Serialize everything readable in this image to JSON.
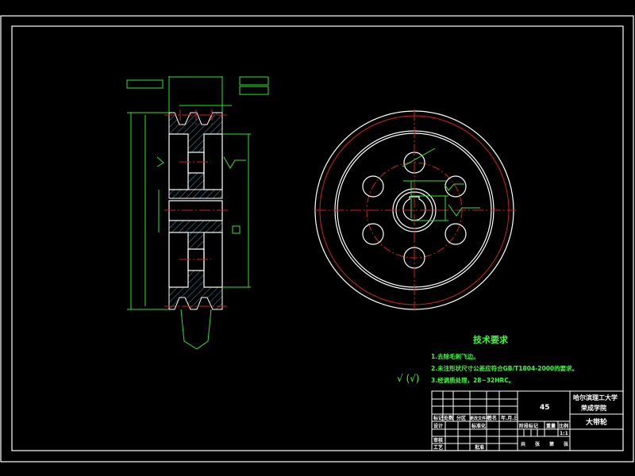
{
  "drawing": {
    "colors": {
      "outline": "#ffffff",
      "centerline": "#d21e1e",
      "dimension": "#2ee62e",
      "hatch": "#40c8e0",
      "background": "#000000"
    },
    "tech_requirements": {
      "title": "技术要求",
      "items": [
        "1.去除毛刺飞边。",
        "2.未注形状尺寸公差应符合GB/T1804-2000的要求。",
        "3.经调质处理，28~32HRC。"
      ],
      "roughness_note": "√ (√)"
    },
    "title_block": {
      "material": "45",
      "school_line1": "哈尔滨理工大学",
      "school_line2": "荣成学院",
      "part_name": "大带轮",
      "headers": [
        "标记",
        "处数",
        "分区",
        "更改文件号",
        "签名",
        "年.月.日"
      ],
      "design": "设计",
      "standardize": "标准化",
      "review": "审核",
      "process": "工艺",
      "approve": "批准",
      "stage_mark": "阶段标记",
      "weight": "重量",
      "scale": "比例",
      "scale_value": "1:1",
      "sheets": [
        "共",
        "张",
        "第",
        "张"
      ]
    }
  }
}
